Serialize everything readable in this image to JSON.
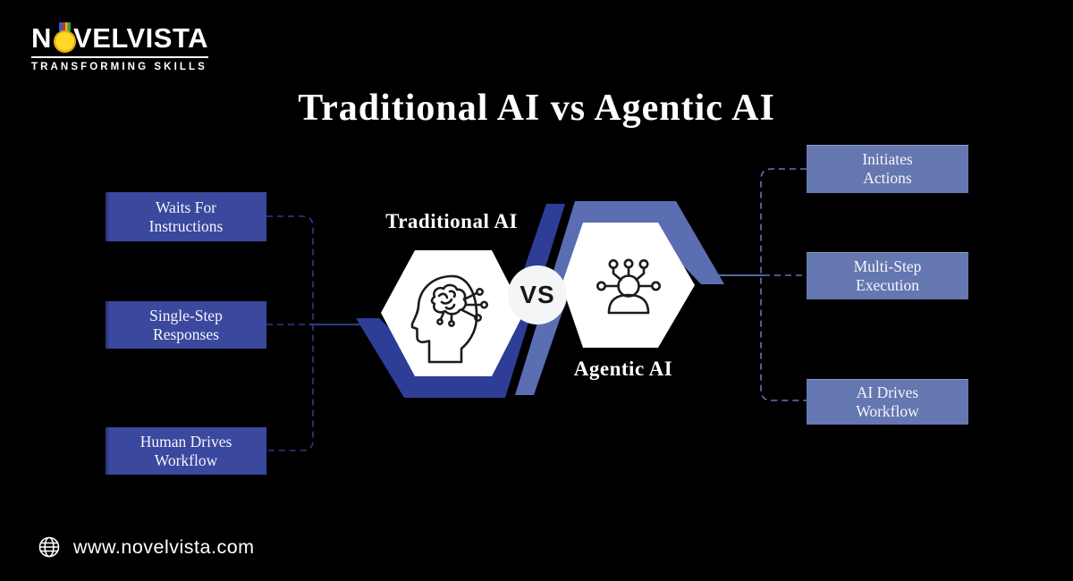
{
  "brand": {
    "wordmark_start": "N",
    "wordmark_end": "VELVISTA",
    "tagline": "TRANSFORMING SKILLS",
    "medal_icon": "medal-icon"
  },
  "title": "Traditional AI vs Agentic AI",
  "vs_label": "VS",
  "traditional": {
    "label": "Traditional AI",
    "icon": "head-circuit-brain-icon",
    "features": [
      {
        "line1": "Waits For",
        "line2": "Instructions"
      },
      {
        "line1": "Single-Step",
        "line2": "Responses"
      },
      {
        "line1": "Human Drives",
        "line2": "Workflow"
      }
    ]
  },
  "agentic": {
    "label": "Agentic AI",
    "icon": "person-network-icon",
    "features": [
      {
        "line1": "Initiates",
        "line2": "Actions"
      },
      {
        "line1": "Multi-Step",
        "line2": "Execution"
      },
      {
        "line1": "AI Drives",
        "line2": "Workflow"
      }
    ]
  },
  "footer": {
    "website": "www.novelvista.com",
    "icon": "globe-icon"
  },
  "colors": {
    "background": "#000000",
    "left_box_blue": "#3a489e",
    "right_box_slate": "#6577b0",
    "hexagon_dark_blue": "#2e3d96",
    "hexagon_slate_blue": "#5c6eb2",
    "hexagon_fill": "#ffffff",
    "connector_dark": "#2c3b94",
    "connector_slate": "#6375b8",
    "vs_badge_bg": "#f4f5f7",
    "vs_text": "#161616",
    "text_white": "#ffffff",
    "medal_gold": "#f3b80f"
  }
}
